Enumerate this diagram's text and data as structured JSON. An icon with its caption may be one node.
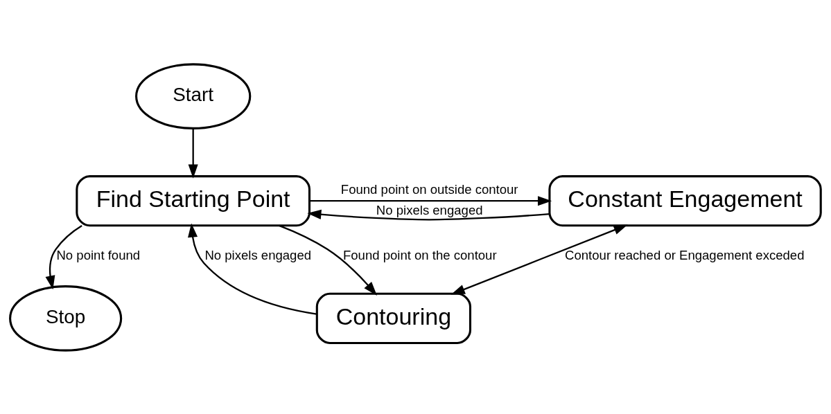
{
  "diagram": {
    "nodes": [
      {
        "text": [
          "Start"
        ]
      },
      {
        "text": [
          "Find Starting Point"
        ]
      },
      {
        "text": [
          "Constant Engagement"
        ]
      },
      {
        "text": [
          "Contouring"
        ]
      },
      {
        "text": [
          "Stop"
        ]
      }
    ],
    "edges": [
      {
        "from": 0,
        "to": 1,
        "arrow": "to"
      },
      {
        "from": 2,
        "to": 1,
        "arrow": "to",
        "label": "No pixels engaged"
      },
      {
        "from": 1,
        "to": 2,
        "arrow": "to",
        "label": "Found point on outside contour"
      },
      {
        "from": 1,
        "to": 3,
        "arrow": "to",
        "label": "Found point on the contour"
      },
      {
        "from": 2,
        "to": 3,
        "arrow": "both",
        "label": "Contour reached or Engagement exceded"
      },
      {
        "from": 1,
        "to": 4,
        "arrow": "to",
        "label": "No point found"
      },
      {
        "from": 3,
        "to": 1,
        "arrow": "to",
        "label": "No pixels engaged"
      }
    ]
  }
}
